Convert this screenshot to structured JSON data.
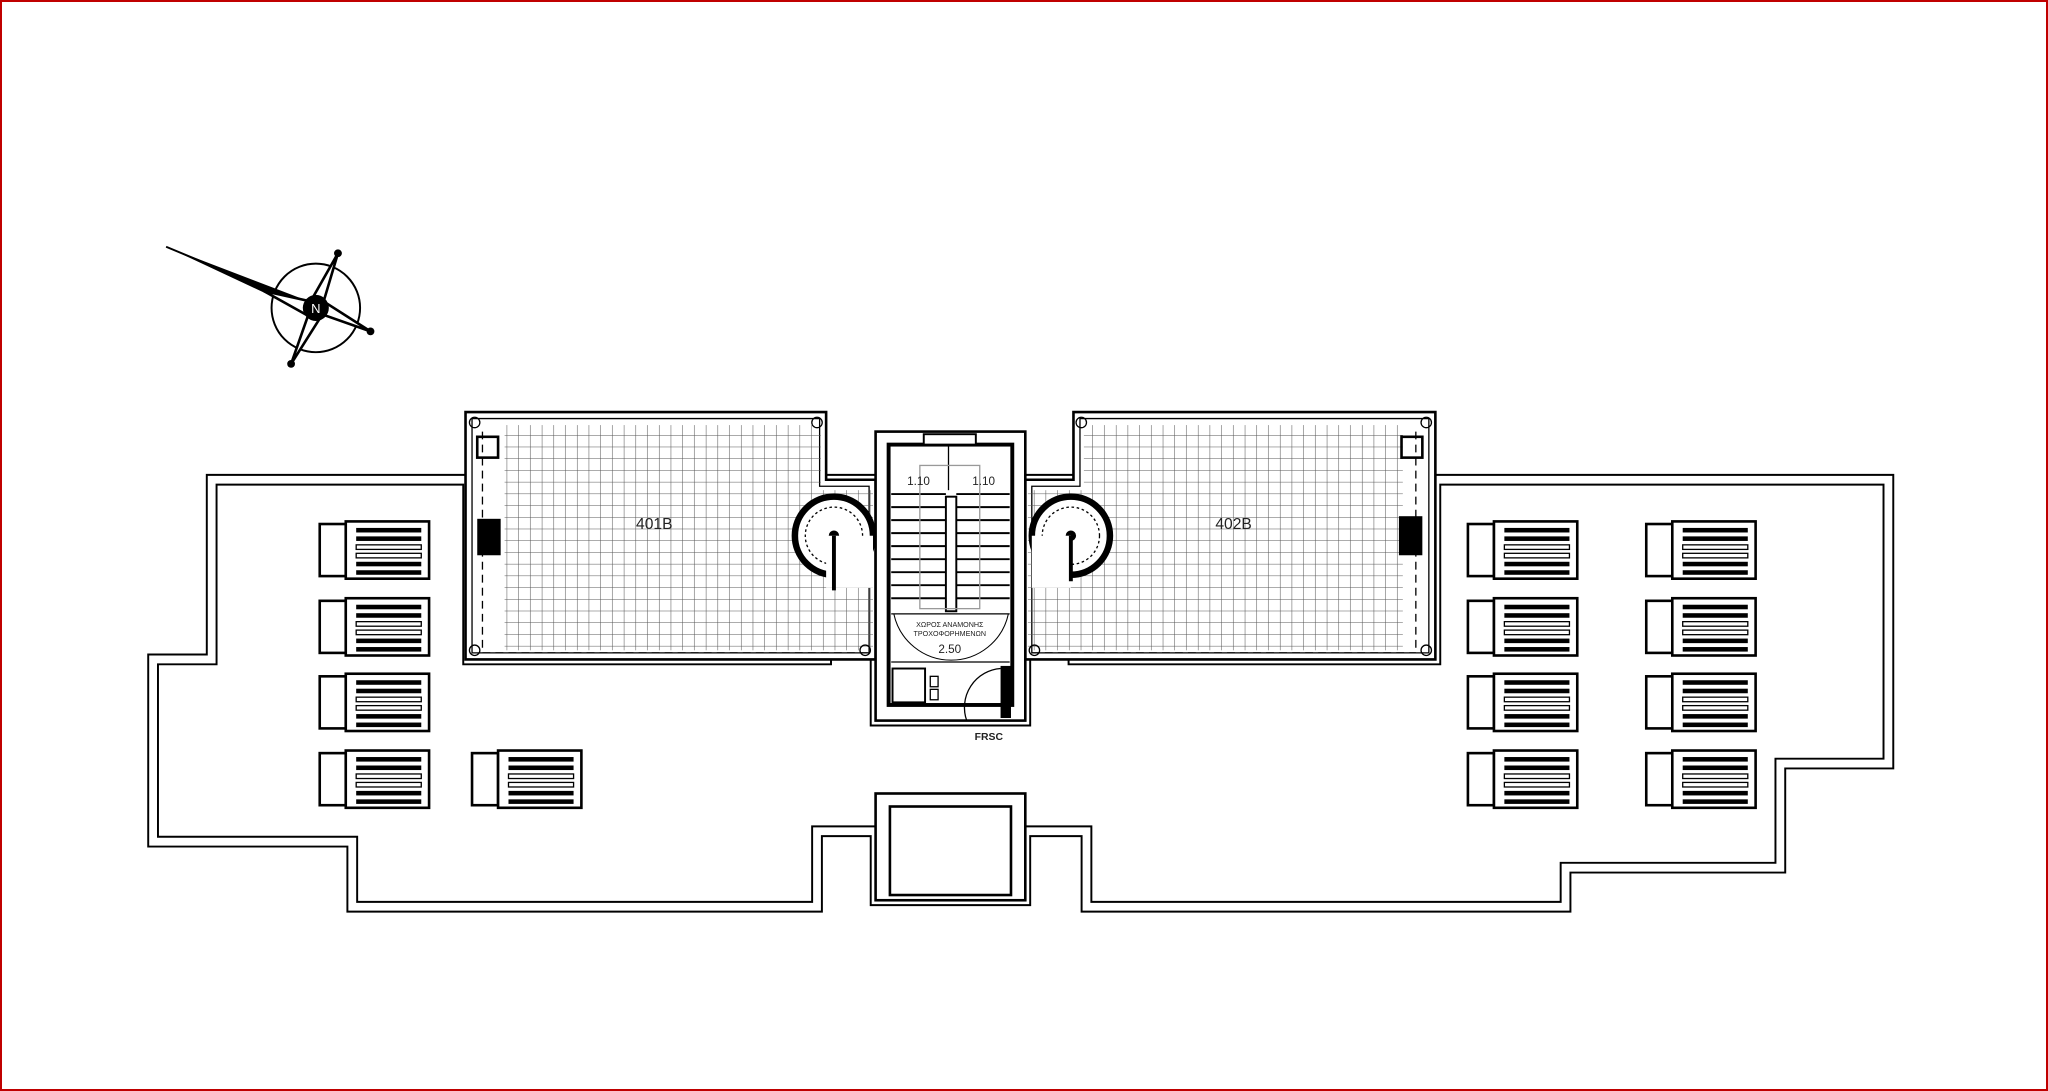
{
  "plan": {
    "rooms": [
      {
        "label": "401B"
      },
      {
        "label": "402B"
      }
    ],
    "stair": {
      "flight_width_left": "1.10",
      "flight_width_right": "1.10",
      "landing_label_line1": "ΧΩΡΟΣ ΑΝΑΜΟΝΗΣ",
      "landing_label_line2": "ΤΡΟΧΟΦΟΡΗΜΕΝΩΝ",
      "landing_depth": "2.50"
    },
    "door_label": "FRSC",
    "compass": {
      "north_glyph": "N"
    },
    "colors": {
      "frame": "#c00000",
      "line": "#000000",
      "grid": "#555555"
    }
  }
}
